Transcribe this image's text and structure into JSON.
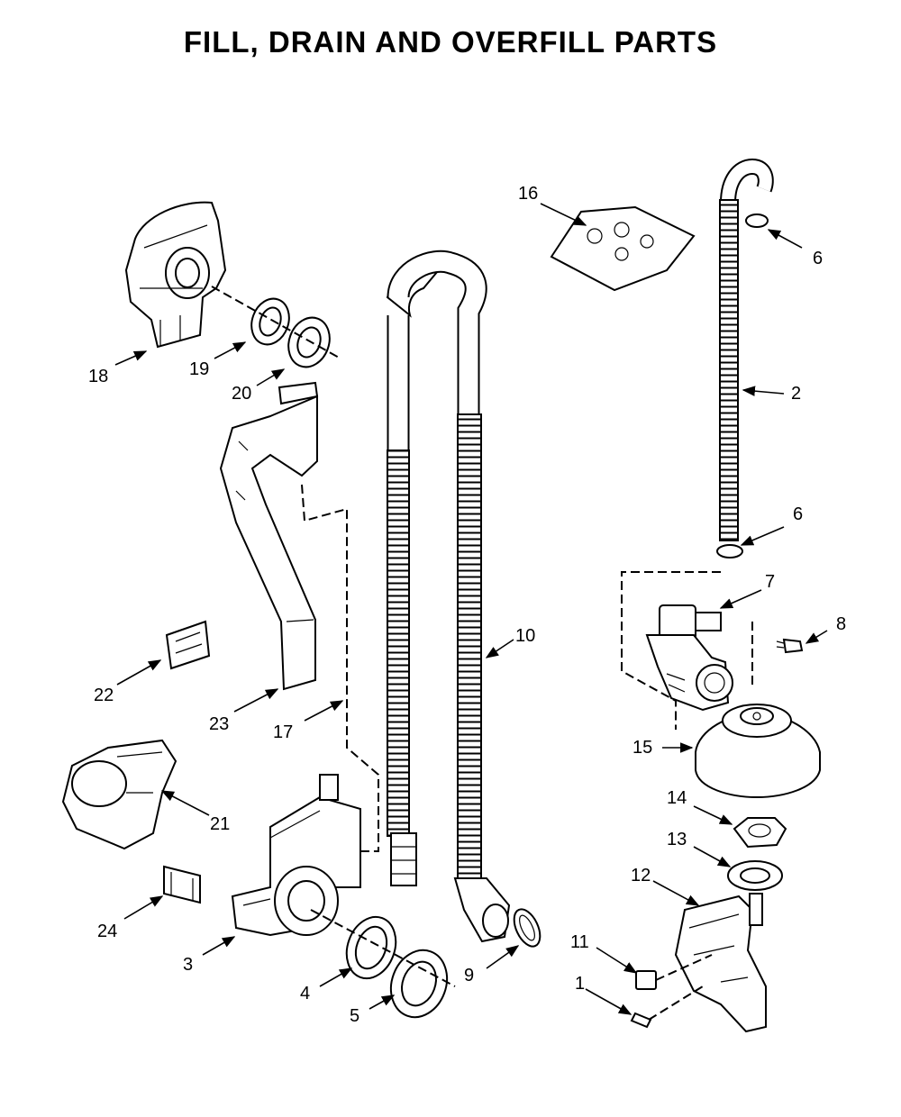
{
  "title": "FILL, DRAIN AND OVERFILL PARTS",
  "callouts": {
    "c1": "1",
    "c2": "2",
    "c3": "3",
    "c4": "4",
    "c5": "5",
    "c6a": "6",
    "c6b": "6",
    "c7": "7",
    "c8": "8",
    "c9": "9",
    "c10": "10",
    "c11": "11",
    "c12": "12",
    "c13": "13",
    "c14": "14",
    "c15": "15",
    "c16": "16",
    "c17": "17",
    "c18": "18",
    "c19": "19",
    "c20": "20",
    "c21": "21",
    "c22": "22",
    "c23": "23",
    "c24": "24"
  }
}
